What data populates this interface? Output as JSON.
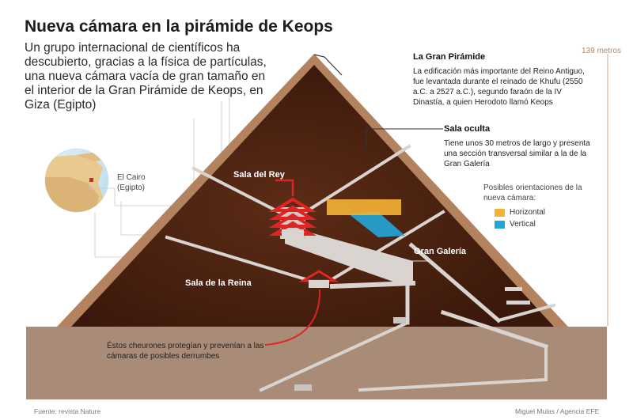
{
  "title": "Nueva cámara en la pirámide de Keops",
  "intro": "Un grupo internacional de científicos ha descubierto, gracias a la física de partículas, una nueva cámara vacía de gran tamaño en el interior de la Gran Pirámide de Keops, en Giza (Egipto)",
  "map": {
    "label_line1": "El Cairo",
    "label_line2": "(Egipto)"
  },
  "height_label": "139 metros",
  "gran_piramide": {
    "title": "La Gran Pirámide",
    "text": "La edificación más importante del Reino Antiguo, fue levantada durante el reinado de Khufu (2550 a.C. a 2527 a.C.), segundo faraón de la IV Dinastía, a quien Herodoto llamó Keops"
  },
  "sala_oculta": {
    "title": "Sala oculta",
    "text": "Tiene unos 30 metros de largo y presenta una sección transversal similar a la de la Gran Galería"
  },
  "legend": {
    "title": "Posibles orientaciones de la nueva cámara:",
    "items": [
      {
        "label": "Horizontal",
        "color": "#f5b335"
      },
      {
        "label": "Vertical",
        "color": "#21a6d8"
      }
    ]
  },
  "labels": {
    "sala_del_rey": "Sala del Rey",
    "sala_de_la_reina": "Sala de la Reina",
    "gran_galeria": "Gran Galería"
  },
  "chevrons_note": "Éstos cheurones protegían y prevenían a las cámaras de posibles derrumbes",
  "source": "Fuente: revista Nature",
  "credit": "Miguel Mulas / Agencia EFE",
  "colors": {
    "pyramid_interior": "#4a2212",
    "pyramid_shell": "#b2835e",
    "ground": "#a98c78",
    "tunnel": "#d9d4cf",
    "accent_red": "#e02323"
  }
}
